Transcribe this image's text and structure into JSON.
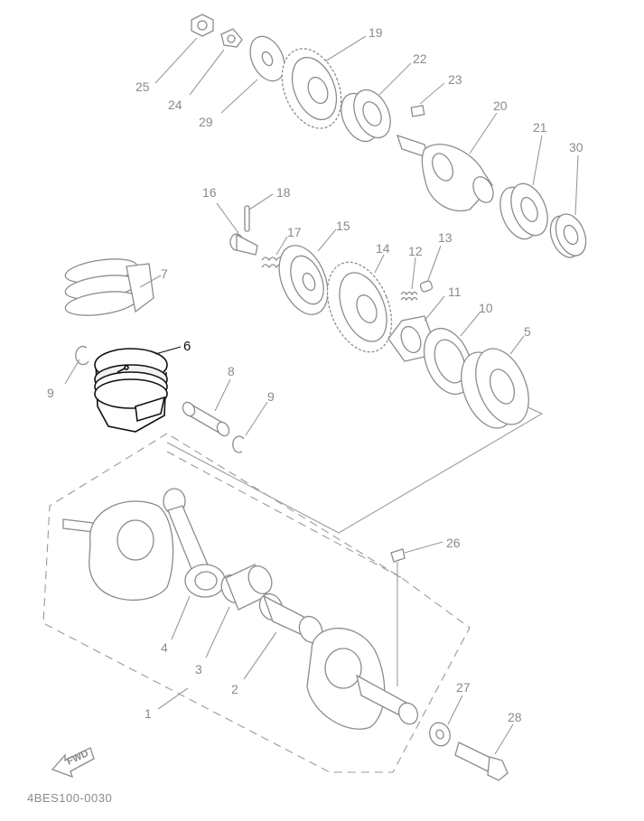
{
  "diagram_code": "4BES100-0030",
  "direction_label": "FWD",
  "highlighted_part": "6",
  "colors": {
    "line": "#8c8c8c",
    "highlight": "#111111",
    "background": "#ffffff"
  },
  "callouts": {
    "p1": "1",
    "p2": "2",
    "p3": "3",
    "p4": "4",
    "p5": "5",
    "p6": "6",
    "p7": "7",
    "p8": "8",
    "p9a": "9",
    "p9b": "9",
    "p10": "10",
    "p11": "11",
    "p12": "12",
    "p13": "13",
    "p14": "14",
    "p15": "15",
    "p16": "16",
    "p17": "17",
    "p18": "18",
    "p19": "19",
    "p20": "20",
    "p21": "21",
    "p22": "22",
    "p23": "23",
    "p24": "24",
    "p25": "25",
    "p26": "26",
    "p27": "27",
    "p28": "28",
    "p29": "29",
    "p30": "30"
  }
}
